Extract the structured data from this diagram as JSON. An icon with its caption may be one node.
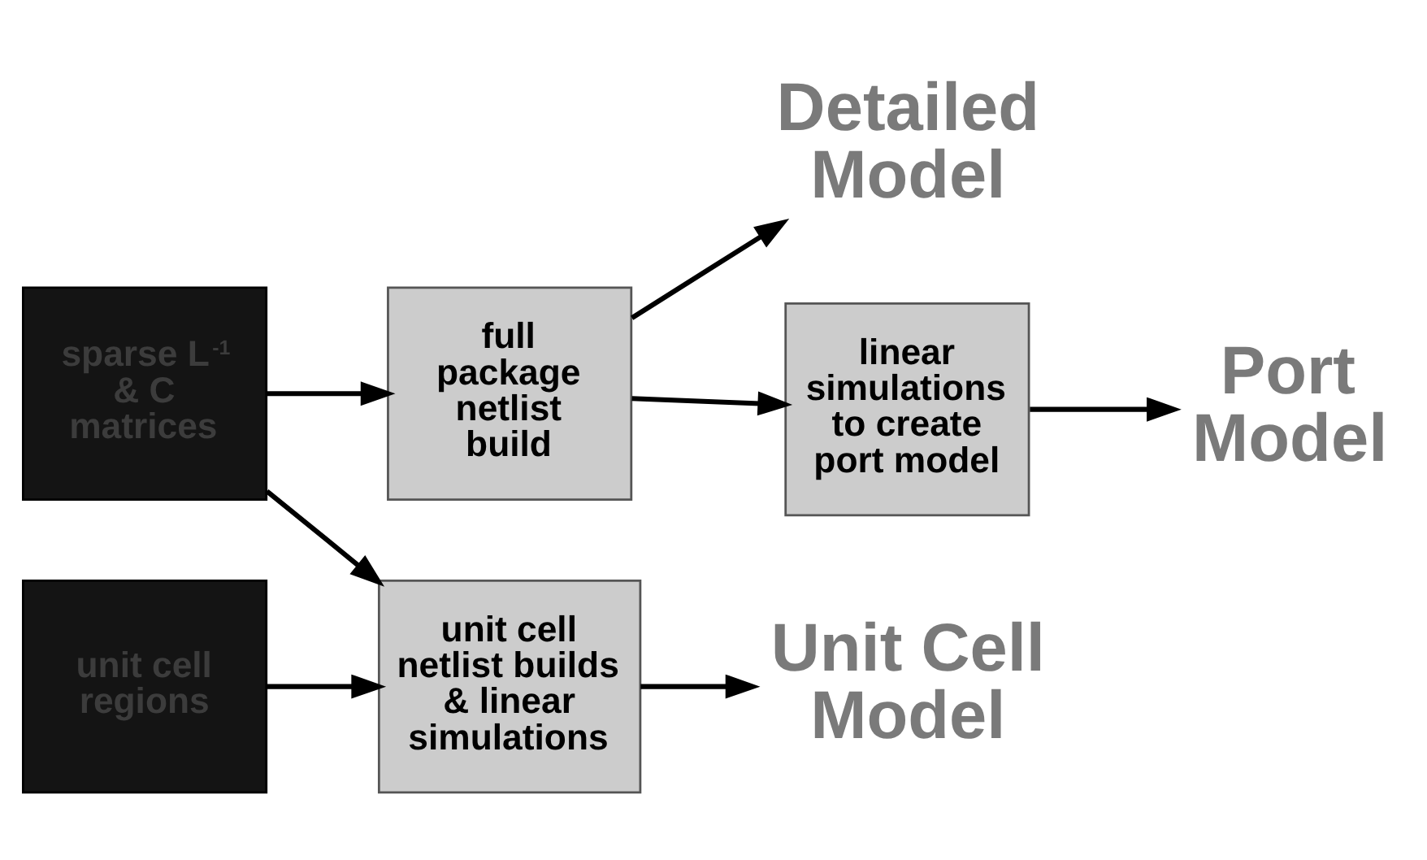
{
  "diagram": {
    "nodes": [
      {
        "text": [
          "sparse L$^{-1}$ & C matrices"
        ]
      },
      {
        "text": [
          "full package netlist build"
        ]
      },
      {
        "text": [
          "Detailed Model"
        ]
      },
      {
        "text": [
          "linear simulations to create port model"
        ]
      },
      {
        "text": [
          "Port Model"
        ]
      },
      {
        "text": [
          "unit cell regions"
        ]
      },
      {
        "text": [
          "unit cell netlist builds & linear simulations"
        ]
      },
      {
        "text": [
          "Unit Cell Model"
        ]
      }
    ],
    "edges": [
      {
        "from": 0,
        "to": 1,
        "arrow": "to"
      },
      {
        "from": 0,
        "to": 6,
        "arrow": "to"
      },
      {
        "from": 1,
        "to": 2,
        "arrow": "to"
      },
      {
        "from": 1,
        "to": 3,
        "arrow": "to"
      },
      {
        "from": 3,
        "to": 4,
        "arrow": "to"
      },
      {
        "from": 5,
        "to": 6,
        "arrow": "to"
      },
      {
        "from": 6,
        "to": 7,
        "arrow": "to"
      }
    ]
  }
}
